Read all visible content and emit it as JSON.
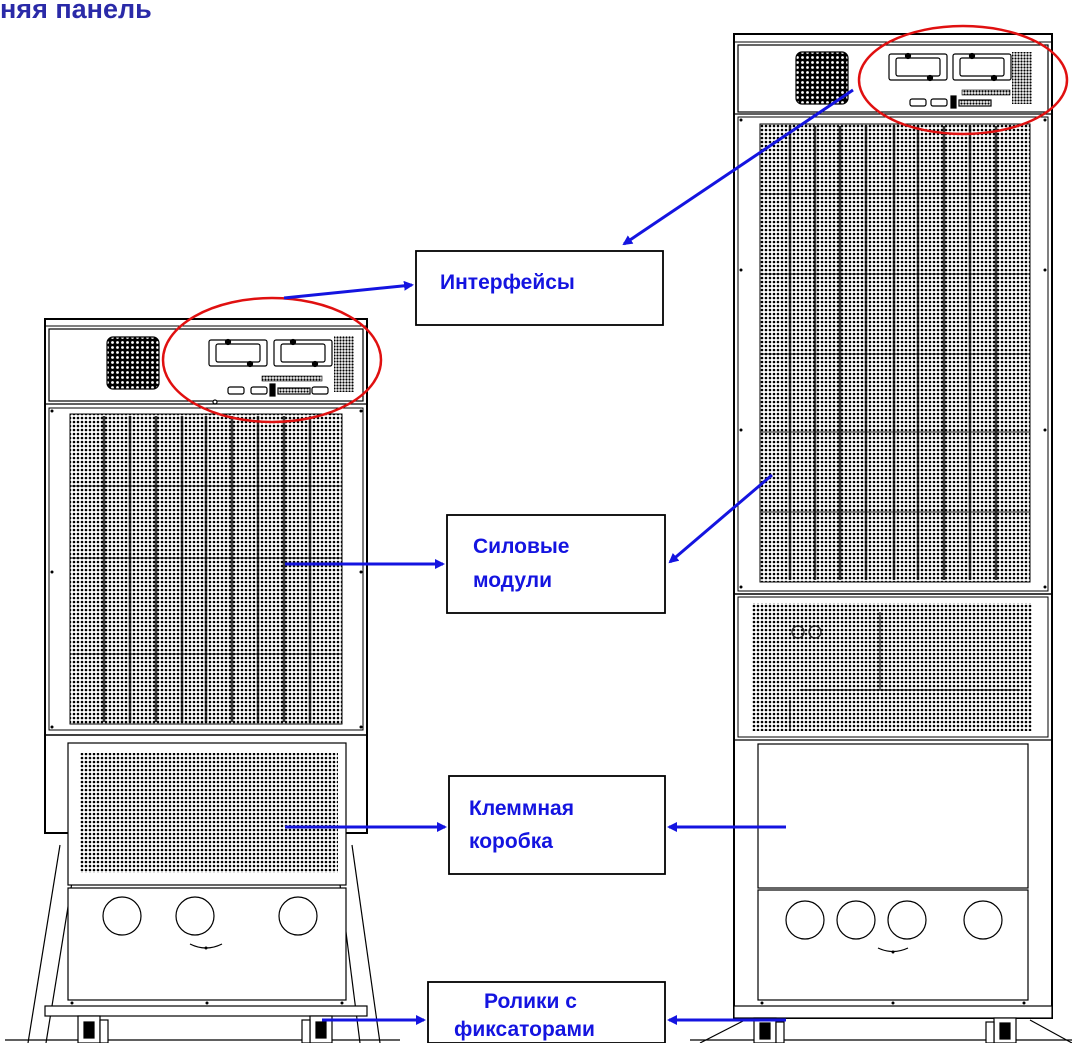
{
  "title": "няя панель",
  "labels": {
    "interfaces": "Интерфейсы",
    "power_modules_1": "Силовые",
    "power_modules_2": "модули",
    "terminal_box_1": "Клеммная",
    "terminal_box_2": "коробка",
    "casters_1": "Ролики с",
    "casters_2": "фиксаторами"
  },
  "colors": {
    "label_text": "#1414e0",
    "title_text": "#2a2aa8",
    "arrow": "#1414e0",
    "highlight_ellipse": "#e01010",
    "line_art": "#000000"
  },
  "cabinets": [
    {
      "name": "small-cabinet",
      "cable_entry_holes": 3
    },
    {
      "name": "tall-cabinet",
      "cable_entry_holes": 4
    }
  ]
}
